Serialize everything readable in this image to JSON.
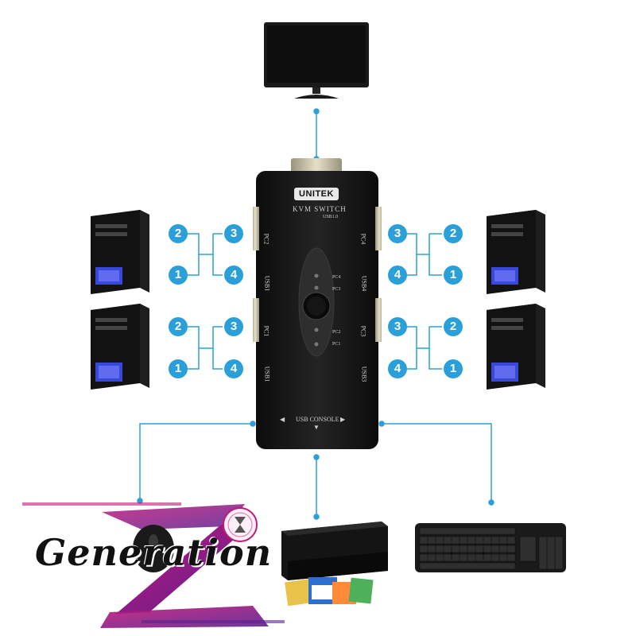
{
  "kvm": {
    "brand": "UNITEK",
    "title": "KVM SWITCH",
    "subtitle": "USB1.0",
    "console_label": "USB CONSOLE",
    "port_labels": {
      "top_left": "PC2",
      "usb_left_top": "USB1",
      "mid_left": "PC1",
      "usb_left_bottom": "USB1",
      "top_right": "PC4",
      "usb_right_top": "USB4",
      "mid_right": "PC3",
      "usb_right_bottom": "USB3"
    },
    "led_labels": [
      "PC4",
      "PC3",
      "PC2",
      "PC1"
    ]
  },
  "badges": {
    "left_upper": [
      "2",
      "1",
      "3",
      "4"
    ],
    "left_lower": [
      "2",
      "1",
      "3",
      "4"
    ],
    "right_upper": [
      "3",
      "4",
      "2",
      "1"
    ],
    "right_lower": [
      "3",
      "4",
      "2",
      "1"
    ]
  },
  "watermark": {
    "text": "Generation",
    "letter": "Z"
  },
  "colors": {
    "connector": "#2a9fd8",
    "device_body": "#161616",
    "accent_magenta": "#c2187a",
    "accent_purple": "#5a1f8f",
    "pc_glow": "#3a48d8"
  },
  "icons": [
    "monitor-icon",
    "pc-tower-icon",
    "printer-icon",
    "keyboard-icon",
    "mouse-icon",
    "hourglass-icon"
  ]
}
